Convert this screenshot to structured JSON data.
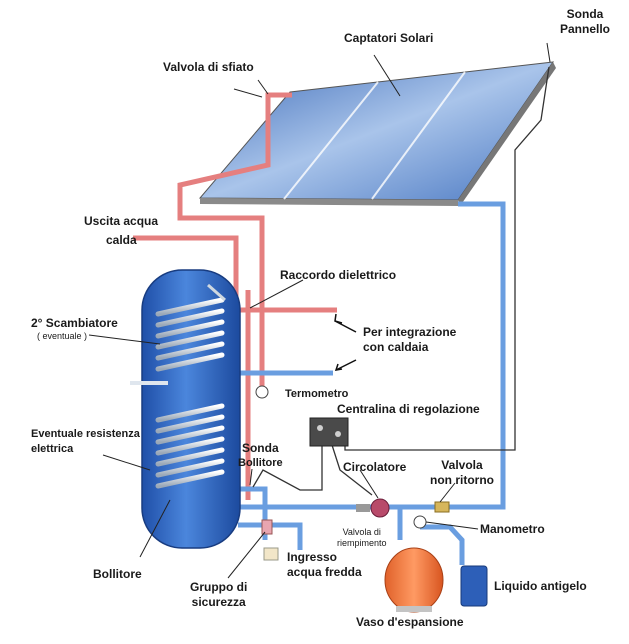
{
  "labels": {
    "sonda_pannello_1": "Sonda",
    "sonda_pannello_2": "Pannello",
    "captatori": "Captatori Solari",
    "valvola_sfiato": "Valvola di sfiato",
    "uscita_1": "Uscita acqua",
    "uscita_2": "calda",
    "raccordo": "Raccordo dielettrico",
    "scambiatore": "2° Scambiatore",
    "eventuale": "( eventuale )",
    "integrazione_1": "Per integrazione",
    "integrazione_2": "con caldaia",
    "termometro": "Termometro",
    "centralina": "Centralina di regolazione",
    "resistenza_1": "Eventuale resistenza",
    "resistenza_2": "elettrica",
    "sonda_bollitore_1": "Sonda",
    "sonda_bollitore_2": "Bollitore",
    "circolatore": "Circolatore",
    "valvola_nr_1": "Valvola",
    "valvola_nr_2": "non ritorno",
    "riempimento_1": "Valvola di",
    "riempimento_2": "riempimento",
    "manometro": "Manometro",
    "ingresso_1": "Ingresso",
    "ingresso_2": "acqua fredda",
    "bollitore": "Bollitore",
    "gruppo_1": "Gruppo  di",
    "gruppo_2": "sicurezza",
    "liquido": "Liquido antigelo",
    "vaso": "Vaso d'espansione"
  },
  "colors": {
    "hot_pipe": "#e57f7f",
    "cold_pipe": "#6a9ee0",
    "tank": "#2a62c0",
    "panel": "#5b86c9",
    "vessel": "#f07a45",
    "antifreeze": "#2d5fb8"
  }
}
